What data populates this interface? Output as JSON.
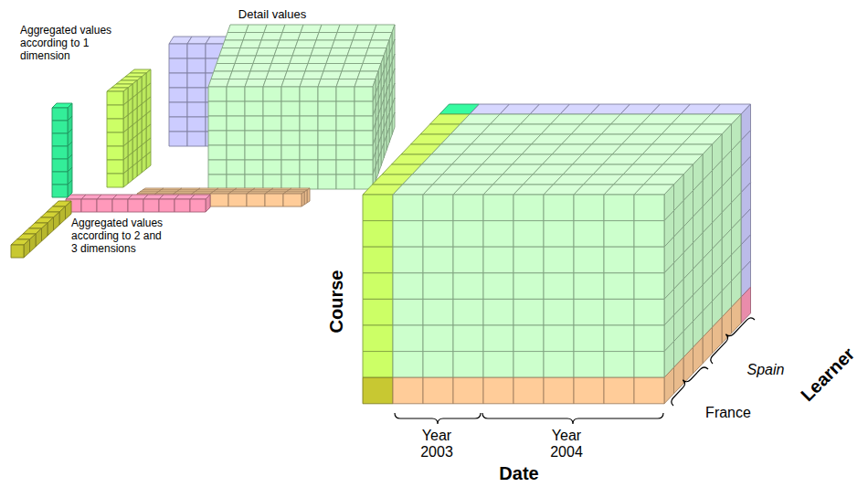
{
  "diagram": {
    "labels": [
      "Detail values",
      "Aggregated values according to 1 dimension",
      "Aggregated values according to 2 and 3 dimensions",
      "Course",
      "Year 2003",
      "Year 2004",
      "Date",
      "Spain",
      "France",
      "Learner"
    ]
  }
}
